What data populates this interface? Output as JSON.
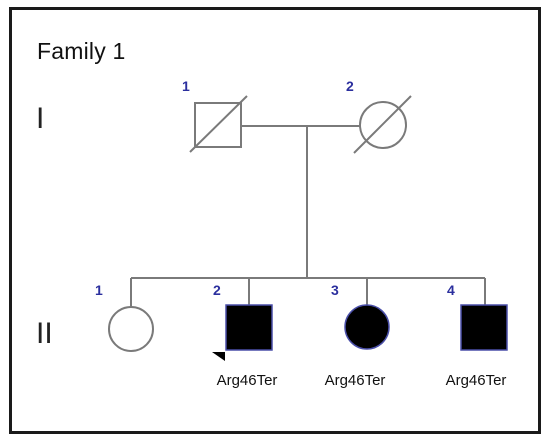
{
  "title": "Family 1",
  "generations": [
    {
      "label": "I",
      "members": [
        {
          "number": "1",
          "sex": "male",
          "affected": false,
          "deceased": true
        },
        {
          "number": "2",
          "sex": "female",
          "affected": false,
          "deceased": true
        }
      ]
    },
    {
      "label": "II",
      "members": [
        {
          "number": "1",
          "sex": "female",
          "affected": false,
          "deceased": false,
          "genotype": ""
        },
        {
          "number": "2",
          "sex": "male",
          "affected": true,
          "deceased": false,
          "proband": true,
          "genotype": "Arg46Ter"
        },
        {
          "number": "3",
          "sex": "female",
          "affected": true,
          "deceased": false,
          "genotype": "Arg46Ter"
        },
        {
          "number": "4",
          "sex": "male",
          "affected": true,
          "deceased": false,
          "genotype": "Arg46Ter"
        }
      ]
    }
  ],
  "colors": {
    "line": "#7a7a7a",
    "affected_fill": "#000000",
    "number_text": "#2b2f9e",
    "frame": "#1a1a1a"
  }
}
